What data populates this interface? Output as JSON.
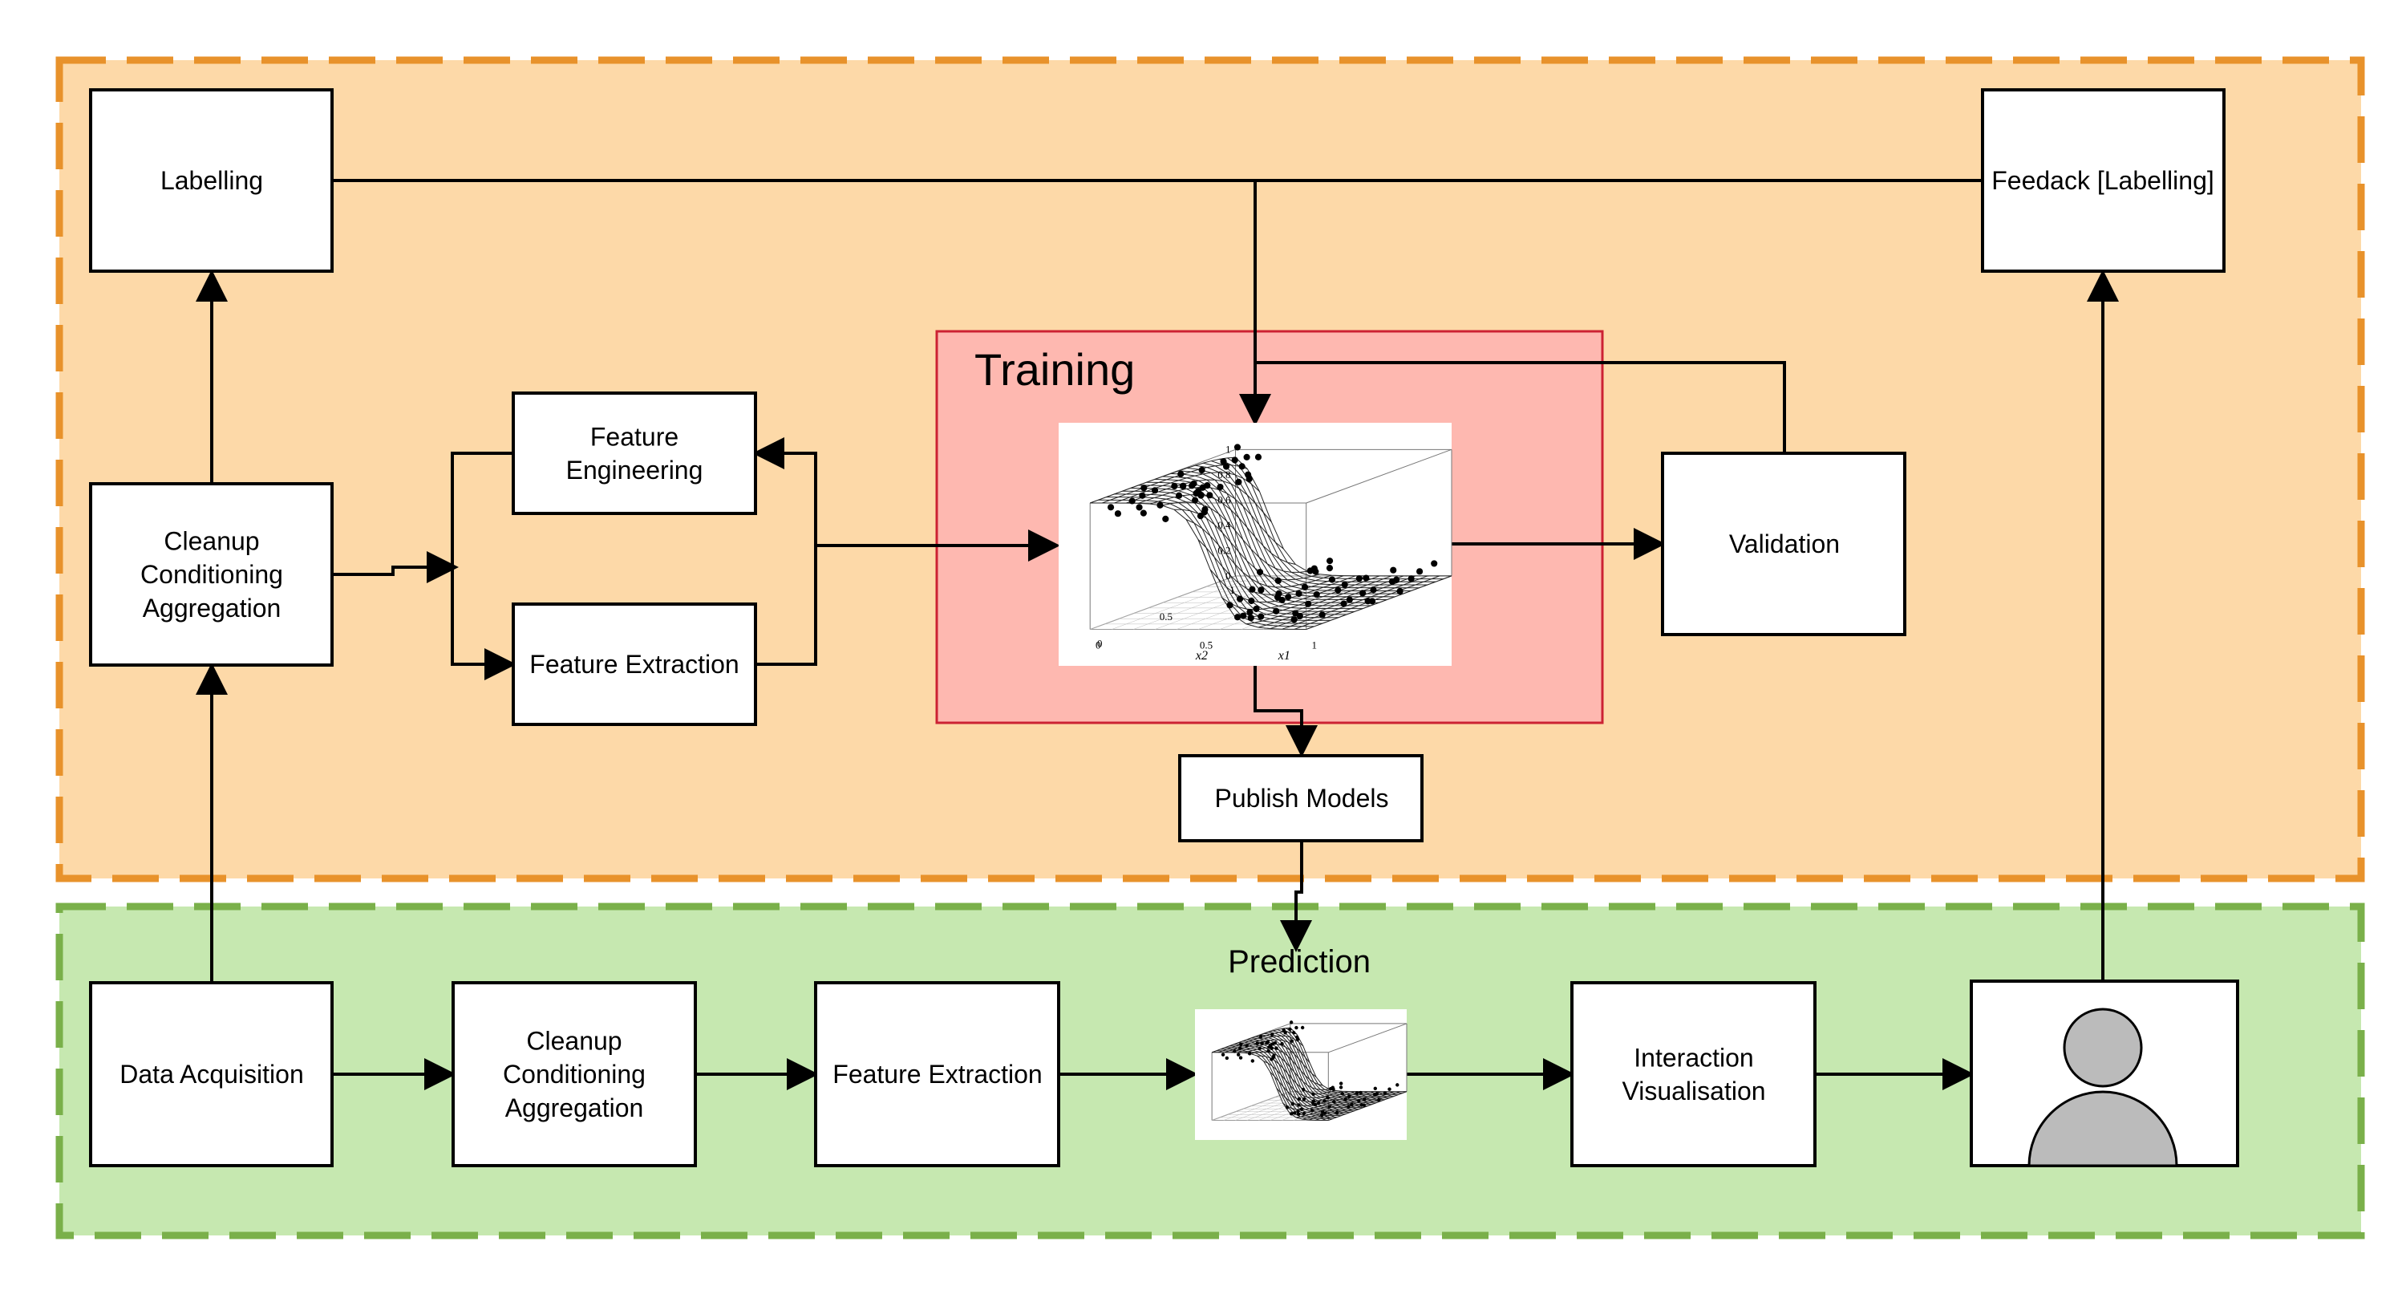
{
  "regions": {
    "training_area": {
      "fill": "#fdd9a8",
      "border": "#e8922b"
    },
    "prediction_area": {
      "fill": "#c6e8b0",
      "border": "#7ab04a",
      "label": "Prediction"
    },
    "training_box": {
      "fill": "#feb8b0",
      "border": "#cc2233",
      "label": "Training"
    }
  },
  "nodes": {
    "labelling": [
      "Labelling"
    ],
    "feedback_labelling": [
      "Feedack [Labelling]"
    ],
    "cleanup_top": [
      "Cleanup",
      "Conditioning",
      "Aggregation"
    ],
    "feature_engineering": [
      "Feature",
      "Engineering"
    ],
    "feature_extraction_top": [
      "Feature Extraction"
    ],
    "validation": [
      "Validation"
    ],
    "publish_models": [
      "Publish Models"
    ],
    "data_acquisition": [
      "Data Acquisition"
    ],
    "cleanup_bottom": [
      "Cleanup",
      "Conditioning",
      "Aggregation"
    ],
    "feature_extraction_bottom": [
      "Feature Extraction"
    ],
    "interaction_visualisation": [
      "Interaction",
      "Visualisation"
    ]
  },
  "plot_labels": {
    "y_ticks": [
      "1",
      "0.8",
      "0.6",
      "0.4",
      "0.2",
      "0"
    ],
    "x2_ticks": [
      "1",
      "0.5",
      "0"
    ],
    "x1_ticks": [
      "0",
      "0.5",
      "1"
    ],
    "x2_label": "x2",
    "x1_label": "x1"
  },
  "icons": {
    "user": "user-silhouette-icon",
    "plot": "3d-surface-plot-icon"
  },
  "colors": {
    "user_icon": "#bbbbbb",
    "line": "#000000"
  }
}
